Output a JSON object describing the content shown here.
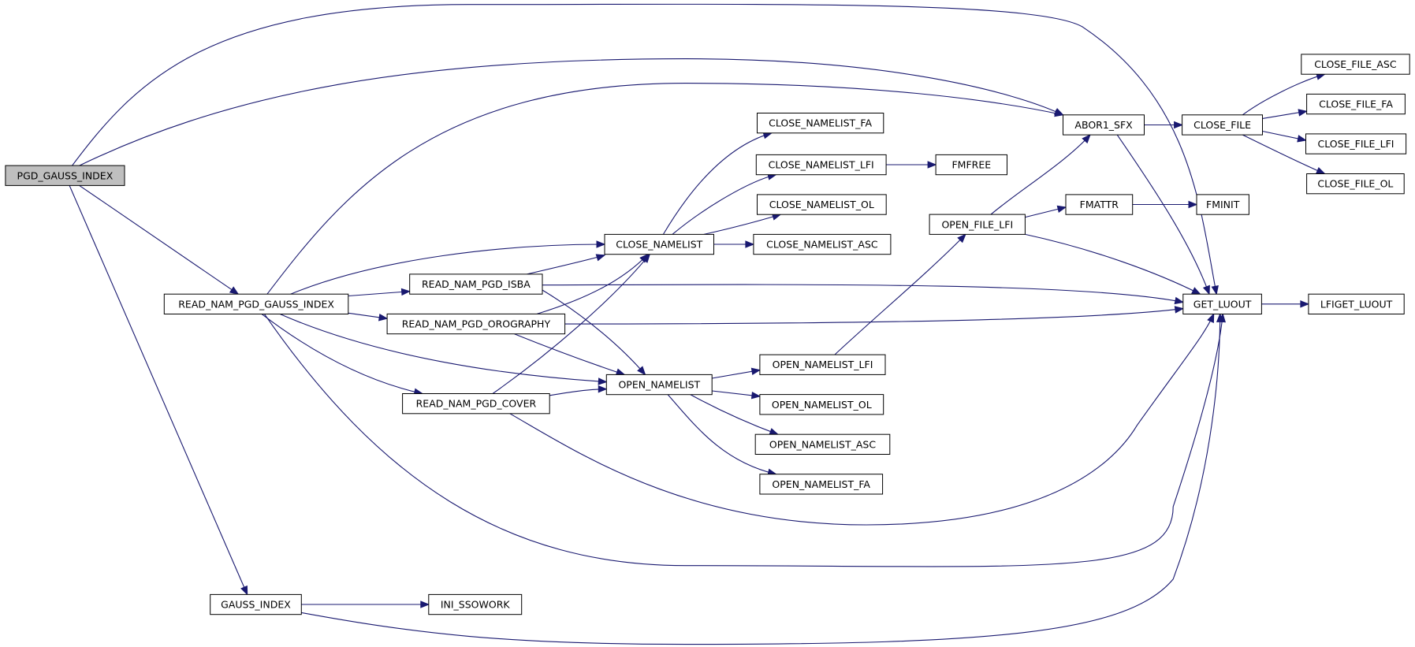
{
  "nodes": [
    {
      "id": "pgd_gauss_index",
      "label": "PGD_GAUSS_INDEX",
      "root": true
    },
    {
      "id": "read_nam_pgd_gauss_index",
      "label": "READ_NAM_PGD_GAUSS_INDEX"
    },
    {
      "id": "gauss_index",
      "label": "GAUSS_INDEX"
    },
    {
      "id": "read_nam_pgd_isba",
      "label": "READ_NAM_PGD_ISBA"
    },
    {
      "id": "read_nam_pgd_orography",
      "label": "READ_NAM_PGD_OROGRAPHY"
    },
    {
      "id": "read_nam_pgd_cover",
      "label": "READ_NAM_PGD_COVER"
    },
    {
      "id": "ini_ssowork",
      "label": "INI_SSOWORK"
    },
    {
      "id": "close_namelist",
      "label": "CLOSE_NAMELIST"
    },
    {
      "id": "open_namelist",
      "label": "OPEN_NAMELIST"
    },
    {
      "id": "close_namelist_fa",
      "label": "CLOSE_NAMELIST_FA"
    },
    {
      "id": "close_namelist_lfi",
      "label": "CLOSE_NAMELIST_LFI"
    },
    {
      "id": "close_namelist_ol",
      "label": "CLOSE_NAMELIST_OL"
    },
    {
      "id": "close_namelist_asc",
      "label": "CLOSE_NAMELIST_ASC"
    },
    {
      "id": "open_namelist_lfi",
      "label": "OPEN_NAMELIST_LFI"
    },
    {
      "id": "open_namelist_ol",
      "label": "OPEN_NAMELIST_OL"
    },
    {
      "id": "open_namelist_asc",
      "label": "OPEN_NAMELIST_ASC"
    },
    {
      "id": "open_namelist_fa",
      "label": "OPEN_NAMELIST_FA"
    },
    {
      "id": "fmfree",
      "label": "FMFREE"
    },
    {
      "id": "open_file_lfi",
      "label": "OPEN_FILE_LFI"
    },
    {
      "id": "abor1_sfx",
      "label": "ABOR1_SFX"
    },
    {
      "id": "fmattr",
      "label": "FMATTR"
    },
    {
      "id": "get_luout",
      "label": "GET_LUOUT"
    },
    {
      "id": "close_file",
      "label": "CLOSE_FILE"
    },
    {
      "id": "fminit",
      "label": "FMINIT"
    },
    {
      "id": "lfiget_luout",
      "label": "LFIGET_LUOUT"
    },
    {
      "id": "close_file_asc",
      "label": "CLOSE_FILE_ASC"
    },
    {
      "id": "close_file_fa",
      "label": "CLOSE_FILE_FA"
    },
    {
      "id": "close_file_lfi",
      "label": "CLOSE_FILE_LFI"
    },
    {
      "id": "close_file_ol",
      "label": "CLOSE_FILE_OL"
    }
  ],
  "edges": [
    [
      "pgd_gauss_index",
      "get_luout"
    ],
    [
      "pgd_gauss_index",
      "abor1_sfx"
    ],
    [
      "pgd_gauss_index",
      "read_nam_pgd_gauss_index"
    ],
    [
      "pgd_gauss_index",
      "gauss_index"
    ],
    [
      "read_nam_pgd_gauss_index",
      "abor1_sfx"
    ],
    [
      "read_nam_pgd_gauss_index",
      "close_namelist"
    ],
    [
      "read_nam_pgd_gauss_index",
      "read_nam_pgd_isba"
    ],
    [
      "read_nam_pgd_gauss_index",
      "read_nam_pgd_orography"
    ],
    [
      "read_nam_pgd_gauss_index",
      "open_namelist"
    ],
    [
      "read_nam_pgd_gauss_index",
      "read_nam_pgd_cover"
    ],
    [
      "read_nam_pgd_gauss_index",
      "get_luout"
    ],
    [
      "read_nam_pgd_isba",
      "close_namelist"
    ],
    [
      "read_nam_pgd_isba",
      "get_luout"
    ],
    [
      "read_nam_pgd_isba",
      "open_namelist"
    ],
    [
      "read_nam_pgd_orography",
      "close_namelist"
    ],
    [
      "read_nam_pgd_orography",
      "get_luout"
    ],
    [
      "read_nam_pgd_orography",
      "open_namelist"
    ],
    [
      "read_nam_pgd_cover",
      "close_namelist"
    ],
    [
      "read_nam_pgd_cover",
      "open_namelist"
    ],
    [
      "read_nam_pgd_cover",
      "get_luout"
    ],
    [
      "gauss_index",
      "ini_ssowork"
    ],
    [
      "gauss_index",
      "get_luout"
    ],
    [
      "close_namelist",
      "close_namelist_fa"
    ],
    [
      "close_namelist",
      "close_namelist_lfi"
    ],
    [
      "close_namelist",
      "close_namelist_ol"
    ],
    [
      "close_namelist",
      "close_namelist_asc"
    ],
    [
      "close_namelist_lfi",
      "fmfree"
    ],
    [
      "open_namelist",
      "open_namelist_lfi"
    ],
    [
      "open_namelist",
      "open_namelist_ol"
    ],
    [
      "open_namelist",
      "open_namelist_asc"
    ],
    [
      "open_namelist",
      "open_namelist_fa"
    ],
    [
      "open_namelist_lfi",
      "open_file_lfi"
    ],
    [
      "open_file_lfi",
      "abor1_sfx"
    ],
    [
      "open_file_lfi",
      "fmattr"
    ],
    [
      "open_file_lfi",
      "get_luout"
    ],
    [
      "fmattr",
      "fminit"
    ],
    [
      "abor1_sfx",
      "close_file"
    ],
    [
      "abor1_sfx",
      "get_luout"
    ],
    [
      "close_file",
      "close_file_asc"
    ],
    [
      "close_file",
      "close_file_fa"
    ],
    [
      "close_file",
      "close_file_lfi"
    ],
    [
      "close_file",
      "close_file_ol"
    ],
    [
      "get_luout",
      "lfiget_luout"
    ]
  ]
}
